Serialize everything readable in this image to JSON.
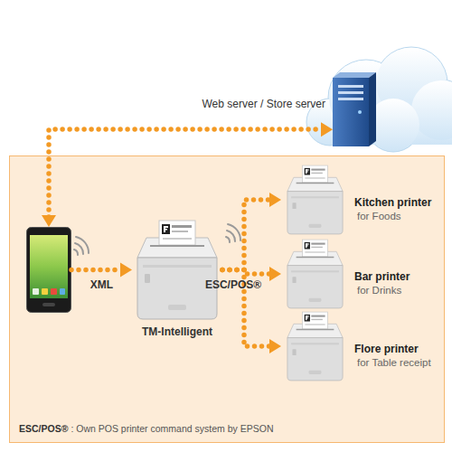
{
  "diagram": {
    "nodes": [
      {
        "text": [
          "Web server / Store server"
        ]
      },
      {
        "text": [
          "ESC/POS®",
          ": Own POS printer command system by EPSON"
        ]
      },
      {
        "text": [],
        "in": 1
      },
      {
        "text": [
          "TM-Intelligent"
        ],
        "in": 1
      },
      {
        "text": [
          "Kitchen printer",
          "for Foods"
        ],
        "in": 1
      },
      {
        "text": [
          "Bar printer",
          "for Drinks"
        ],
        "in": 1
      },
      {
        "text": [
          "Flore printer",
          "for Table receipt"
        ],
        "in": 1
      }
    ],
    "edges": [
      {
        "from": 2,
        "to": 0,
        "arrow": "both"
      },
      {
        "from": 2,
        "to": 3,
        "label": "XML",
        "arrow": "to"
      },
      {
        "from": 3,
        "to": 4,
        "label": "ESC/POS®",
        "arrow": "to"
      },
      {
        "from": 3,
        "to": 5,
        "arrow": "to"
      },
      {
        "from": 3,
        "to": 6,
        "arrow": "to"
      }
    ]
  }
}
